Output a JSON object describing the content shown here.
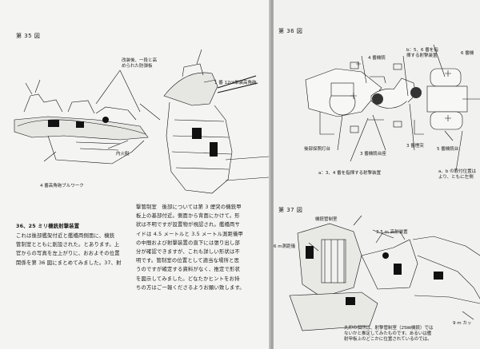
{
  "left_page": {
    "figure_number": "第 35 図",
    "callouts": {
      "close_guard_rail": [
        "改装後、一段と高",
        "められた防弾板"
      ],
      "aa_gun": "1 番 12㎝単装高角砲",
      "bulwark": "4 番高角砲ブルワーク",
      "inner_ship": "内火艇"
    },
    "section_heading": "36、25 ミリ機銃射撃装置",
    "body_lines_left": [
      "これは後部艦架付近と艦橋両側面に、機銃",
      "管制室とともに創設された。とあります。上",
      "官からの写真を左上がりに、おおよその位置",
      "関係を第 36 図にまとめてみました。37、射"
    ],
    "body_lines_right": [
      "撃管制室　後部については第 3 煙突の機銃甲",
      "板上の基部付近。側面から背面にかけて。形",
      "状は不明ですが設置物が視認され。艦橋両サ",
      "イドは 4.5 メートルと 3.5 メートル測距儀甲",
      "の中間および射撃装置の直下には張り出し部",
      "分が確認できますが、これも詳しい形状は不",
      "明です。管制室の位置として適当な場所と思",
      "うのですが確定する資料がなく、推定で形状",
      "を図示してみました。どなたかヒントをお持",
      "ちの方はご一報くださるようお願い致します。"
    ]
  },
  "right_page": {
    "figure_36_number": "第 36 図",
    "fig36_labels": {
      "gun4": "4 番機銃",
      "fire_control_5_6": [
        "b：5、6 番を指",
        "揮する射撃装置"
      ],
      "gun6": "6 番機",
      "searchlight": "後部探照灯台",
      "gun3_platform": "3 番機銃台座",
      "funnel3": "3 番煙突",
      "gun5_platform": "5 番機銃台",
      "note_a": "a：3、4 番を指揮する射撃装置",
      "note_b": [
        "a、b の取付位置は",
        "より、ともに左側"
      ]
    },
    "figure_37_number": "第 37 図",
    "fig37_labels": {
      "control_room_left": "6 m測距儀",
      "control_room": "機銃管制室",
      "rangefinder": "3.5 m 高射装置",
      "rangefinder_right": "9 m カッ"
    },
    "bottom_caption": [
      "丸印の個所は、射撃管制室（25㎜機銃）では",
      "ないかと推定してみたものです。あるいは艦",
      "射甲板上のどこかに位置されているのでは。"
    ]
  }
}
